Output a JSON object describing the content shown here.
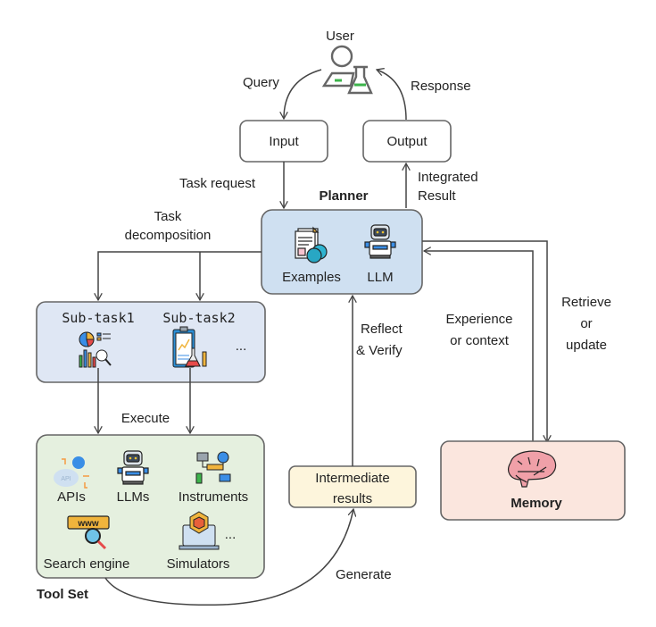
{
  "user": {
    "label": "User",
    "icon": "scientist-user-icon"
  },
  "edges": {
    "query": "Query",
    "response": "Response",
    "task_request": "Task request",
    "integrated_result_1": "Integrated",
    "integrated_result_2": "Result",
    "task_decomposition_1": "Task",
    "task_decomposition_2": "decomposition",
    "reflect_1": "Reflect",
    "reflect_2": "& Verify",
    "experience_1": "Experience",
    "experience_2": "or context",
    "retrieve_1": "Retrieve",
    "retrieve_2": "or",
    "retrieve_3": "update",
    "execute": "Execute",
    "generate": "Generate"
  },
  "nodes": {
    "input": "Input",
    "output": "Output",
    "planner": {
      "title": "Planner",
      "items": [
        {
          "label": "Examples",
          "icon": "documents-share-icon"
        },
        {
          "label": "LLM",
          "icon": "robot-icon"
        }
      ]
    },
    "subtasks": {
      "items": [
        {
          "label": "Sub-task1",
          "icon": "data-analysis-icon"
        },
        {
          "label": "Sub-task2",
          "icon": "lab-report-icon"
        }
      ],
      "more": "..."
    },
    "toolset": {
      "title": "Tool Set",
      "items": [
        {
          "label": "APIs",
          "icon": "api-cloud-icon"
        },
        {
          "label": "LLMs",
          "icon": "robot-icon"
        },
        {
          "label": "Instruments",
          "icon": "network-devices-icon"
        },
        {
          "label": "Search engine",
          "icon": "www-search-icon"
        },
        {
          "label": "Simulators",
          "icon": "laptop-cube-icon"
        }
      ],
      "more": "..."
    },
    "intermediate": {
      "line1": "Intermediate",
      "line2": "results"
    },
    "memory": {
      "label": "Memory",
      "icon": "brain-icon"
    }
  },
  "colors": {
    "planner_fill": "#cfe0f1",
    "subtask_fill": "#dfe7f4",
    "toolset_fill": "#e5f0df",
    "intermediate_fill": "#fdf5dc",
    "memory_fill": "#fbe6de",
    "accent_green": "#3cb44b"
  }
}
